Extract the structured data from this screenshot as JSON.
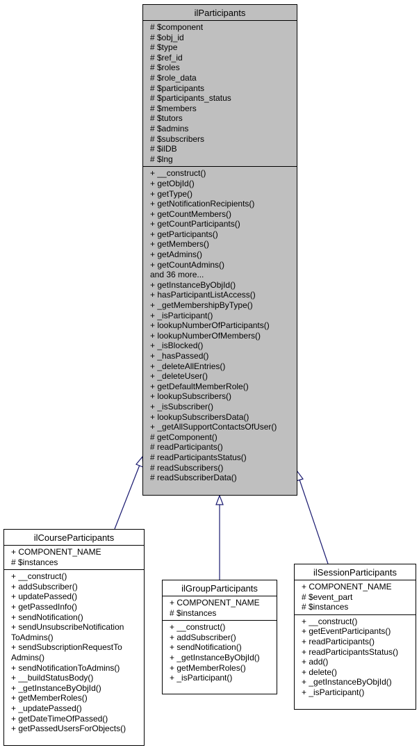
{
  "classes": {
    "main": {
      "name": "ilParticipants",
      "attributes": [
        "# $component",
        "# $obj_id",
        "# $type",
        "# $ref_id",
        "# $roles",
        "# $role_data",
        "# $participants",
        "# $participants_status",
        "# $members",
        "# $tutors",
        "# $admins",
        "# $subscribers",
        "# $ilDB",
        "# $lng"
      ],
      "methods": [
        "+ __construct()",
        "+ getObjId()",
        "+ getType()",
        "+ getNotificationRecipients()",
        "+ getCountMembers()",
        "+ getCountParticipants()",
        "+ getParticipants()",
        "+ getMembers()",
        "+ getAdmins()",
        "+ getCountAdmins()",
        "and 36 more...",
        "+ getInstanceByObjId()",
        "+ hasParticipantListAccess()",
        "+ _getMembershipByType()",
        "+ _isParticipant()",
        "+ lookupNumberOfParticipants()",
        "+ lookupNumberOfMembers()",
        "+ _isBlocked()",
        "+ _hasPassed()",
        "+ _deleteAllEntries()",
        "+ _deleteUser()",
        "+ getDefaultMemberRole()",
        "+ lookupSubscribers()",
        "+ _isSubscriber()",
        "+ lookupSubscribersData()",
        "+ _getAllSupportContactsOfUser()",
        "# getComponent()",
        "# readParticipants()",
        "# readParticipantsStatus()",
        "# readSubscribers()",
        "# readSubscriberData()"
      ]
    },
    "course": {
      "name": "ilCourseParticipants",
      "attributes": [
        "+ COMPONENT_NAME",
        "# $instances"
      ],
      "methods": [
        "+ __construct()",
        "+ addSubscriber()",
        "+ updatePassed()",
        "+ getPassedInfo()",
        "+ sendNotification()",
        "+ sendUnsubscribeNotification\nToAdmins()",
        "+ sendSubscriptionRequestTo\nAdmins()",
        "+ sendNotificationToAdmins()",
        "+ __buildStatusBody()",
        "+ _getInstanceByObjId()",
        "+ getMemberRoles()",
        "+ _updatePassed()",
        "+ getDateTimeOfPassed()",
        "+ getPassedUsersForObjects()"
      ]
    },
    "group": {
      "name": "ilGroupParticipants",
      "attributes": [
        "+ COMPONENT_NAME",
        "# $instances"
      ],
      "methods": [
        "+ __construct()",
        "+ addSubscriber()",
        "+ sendNotification()",
        "+ _getInstanceByObjId()",
        "+ getMemberRoles()",
        "+ _isParticipant()"
      ]
    },
    "session": {
      "name": "ilSessionParticipants",
      "attributes": [
        "+ COMPONENT_NAME",
        "# $event_part",
        "# $instances"
      ],
      "methods": [
        "+ __construct()",
        "+ getEventParticipants()",
        "+ readParticipants()",
        "+ readParticipantsStatus()",
        "+ add()",
        "+ delete()",
        "+ _getInstanceByObjId()",
        "+ _isParticipant()"
      ]
    }
  },
  "colors": {
    "edge": "#191970",
    "main_fill": "#bfbfbf",
    "box_fill": "#ffffff"
  }
}
